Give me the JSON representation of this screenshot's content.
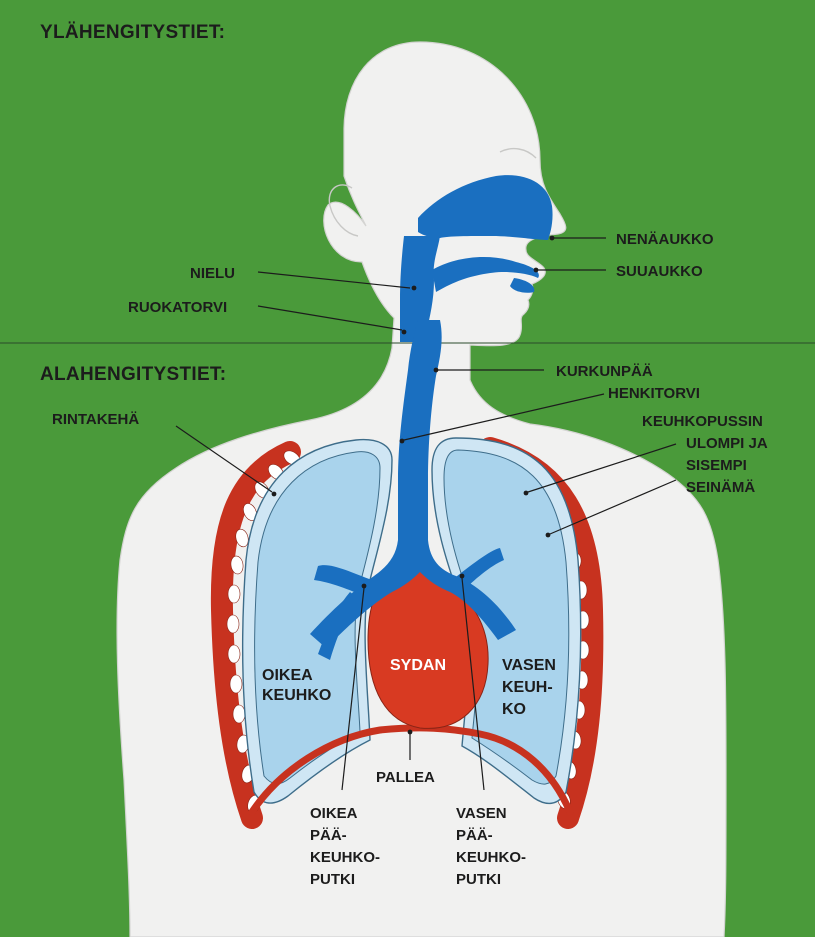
{
  "headings": {
    "upper": "YLÄHENGITYSTIET:",
    "lower": "ALAHENGITYSTIET:"
  },
  "labels": {
    "nenaaukko": "NENÄAUKKO",
    "suuaukko": "SUUAUKKO",
    "nielu": "NIELU",
    "ruokatorvi": "RUOKATORVI",
    "kurkunpaa": "KURKUNPÄÄ",
    "henkitorvi": "HENKITORVI",
    "rintakeha": "RINTAKEHÄ",
    "keuhkopussi": [
      "KEUHKOPUSSIN",
      "ULOMPI JA",
      "SISEMPI",
      "SEINÄMÄ"
    ],
    "oikea_keuhko": [
      "OIKEA",
      "KEUHKO"
    ],
    "sydan": "SYDAN",
    "vasen_keuhko": [
      "VASEN",
      "KEUH-",
      "KO"
    ],
    "pallea": "PALLEA",
    "oikea_paakeuhkoputki": [
      "OIKEA",
      "PÄÄ-",
      "KEUHKO-",
      "PUTKI"
    ],
    "vasen_paakeuhkoputki": [
      "VASEN",
      "PÄÄ-",
      "KEUHKO-",
      "PUTKI"
    ]
  },
  "colors": {
    "background": "#4a9a3a",
    "body": "#f1f1f0",
    "airway": "#1a6fc0",
    "lung": "#a9d3ec",
    "pleura": "#cfe6f4",
    "heart": "#d83a22",
    "rib": "#c7321f"
  }
}
